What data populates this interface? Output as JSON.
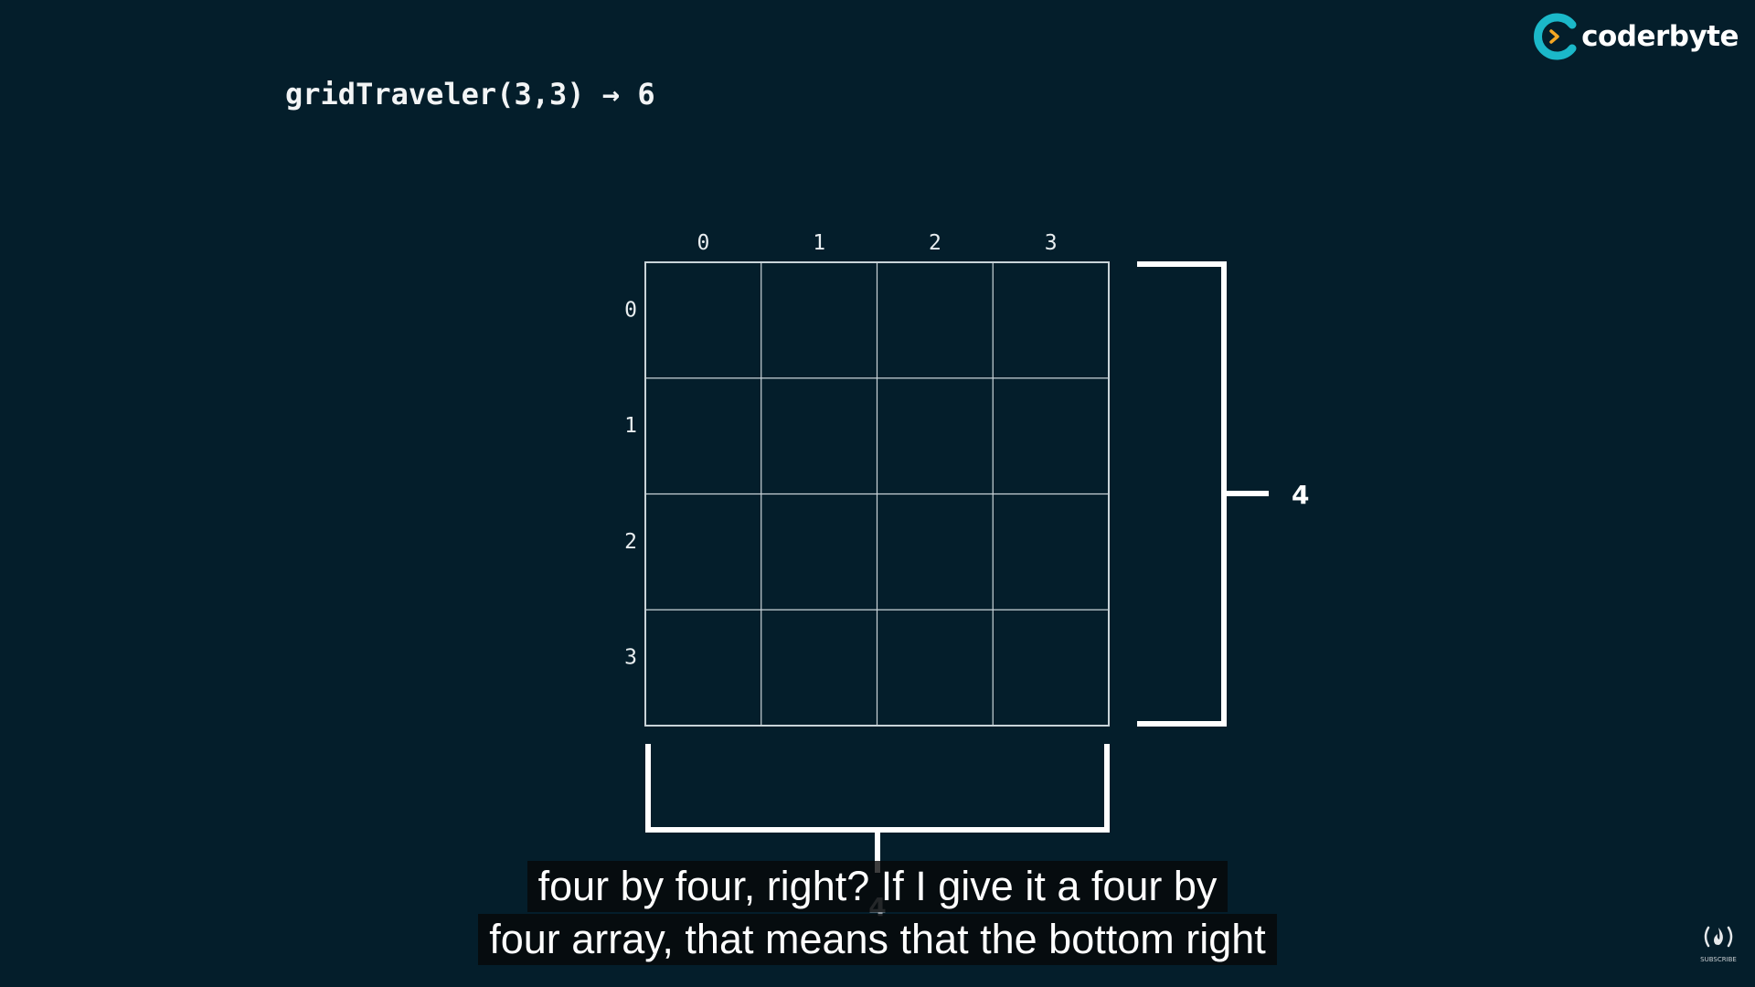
{
  "title": "gridTraveler(3,3) → 6",
  "brand": {
    "name": "coderbyte",
    "logo_icon": "coderbyte-logo-icon",
    "accent_color": "#1bb8c9",
    "chevron_color": "#f4a623"
  },
  "grid": {
    "rows": 4,
    "cols": 4,
    "col_labels": [
      "0",
      "1",
      "2",
      "3"
    ],
    "row_labels": [
      "0",
      "1",
      "2",
      "3"
    ],
    "line_color": "#c9d3d8"
  },
  "dimensions": {
    "height_label": "4",
    "width_label": "4"
  },
  "captions": [
    "four by four, right? If I give it a four by",
    "four array, that means that the bottom right"
  ],
  "subscribe": {
    "label": "SUBSCRIBE",
    "icon": "freecodecamp-fire-icon"
  },
  "colors": {
    "background": "#041e2b",
    "text": "#ffffff"
  }
}
